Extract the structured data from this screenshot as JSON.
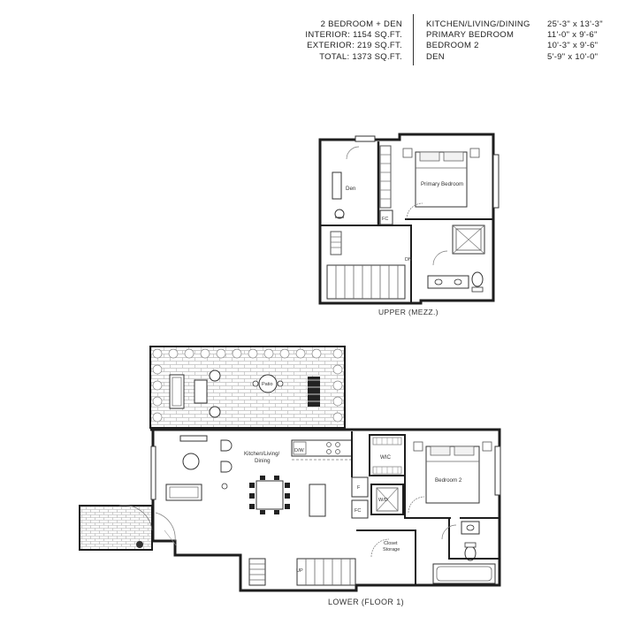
{
  "summary": {
    "unit_type": "2 BEDROOM + DEN",
    "interior": "INTERIOR: 1154 SQ.FT.",
    "exterior": "EXTERIOR: 219 SQ.FT.",
    "total": "TOTAL: 1373 SQ.FT."
  },
  "rooms": [
    {
      "name": "KITCHEN/LIVING/DINING",
      "size": "25'-3\" x 13'-3\""
    },
    {
      "name": "PRIMARY BEDROOM",
      "size": "11'-0\" x 9'-6\""
    },
    {
      "name": "BEDROOM 2",
      "size": "10'-3\" x 9'-6\""
    },
    {
      "name": "DEN",
      "size": "5'-9\" x 10'-0\""
    }
  ],
  "upper": {
    "caption": "UPPER (MEZZ.)",
    "den_label": "Den",
    "primary_label": "Primary Bedroom",
    "fc_label": "FC",
    "stair_label": "DN"
  },
  "lower": {
    "caption": "LOWER (FLOOR 1)",
    "patio_label": "Patio",
    "kitchen_label_1": "Kitchen/Living/",
    "kitchen_label_2": "Dining",
    "dw_label": "D/W",
    "wic_label": "WIC",
    "f_label": "F",
    "fc_label": "FC",
    "wd_label": "W/D",
    "bedroom2_label": "Bedroom 2",
    "closet_label_1": "Closet",
    "closet_label_2": "Storage",
    "stair_label": "UP"
  },
  "colors": {
    "wall": "#1e1e1e",
    "line": "#555555",
    "paving": "#bdbdbd"
  }
}
